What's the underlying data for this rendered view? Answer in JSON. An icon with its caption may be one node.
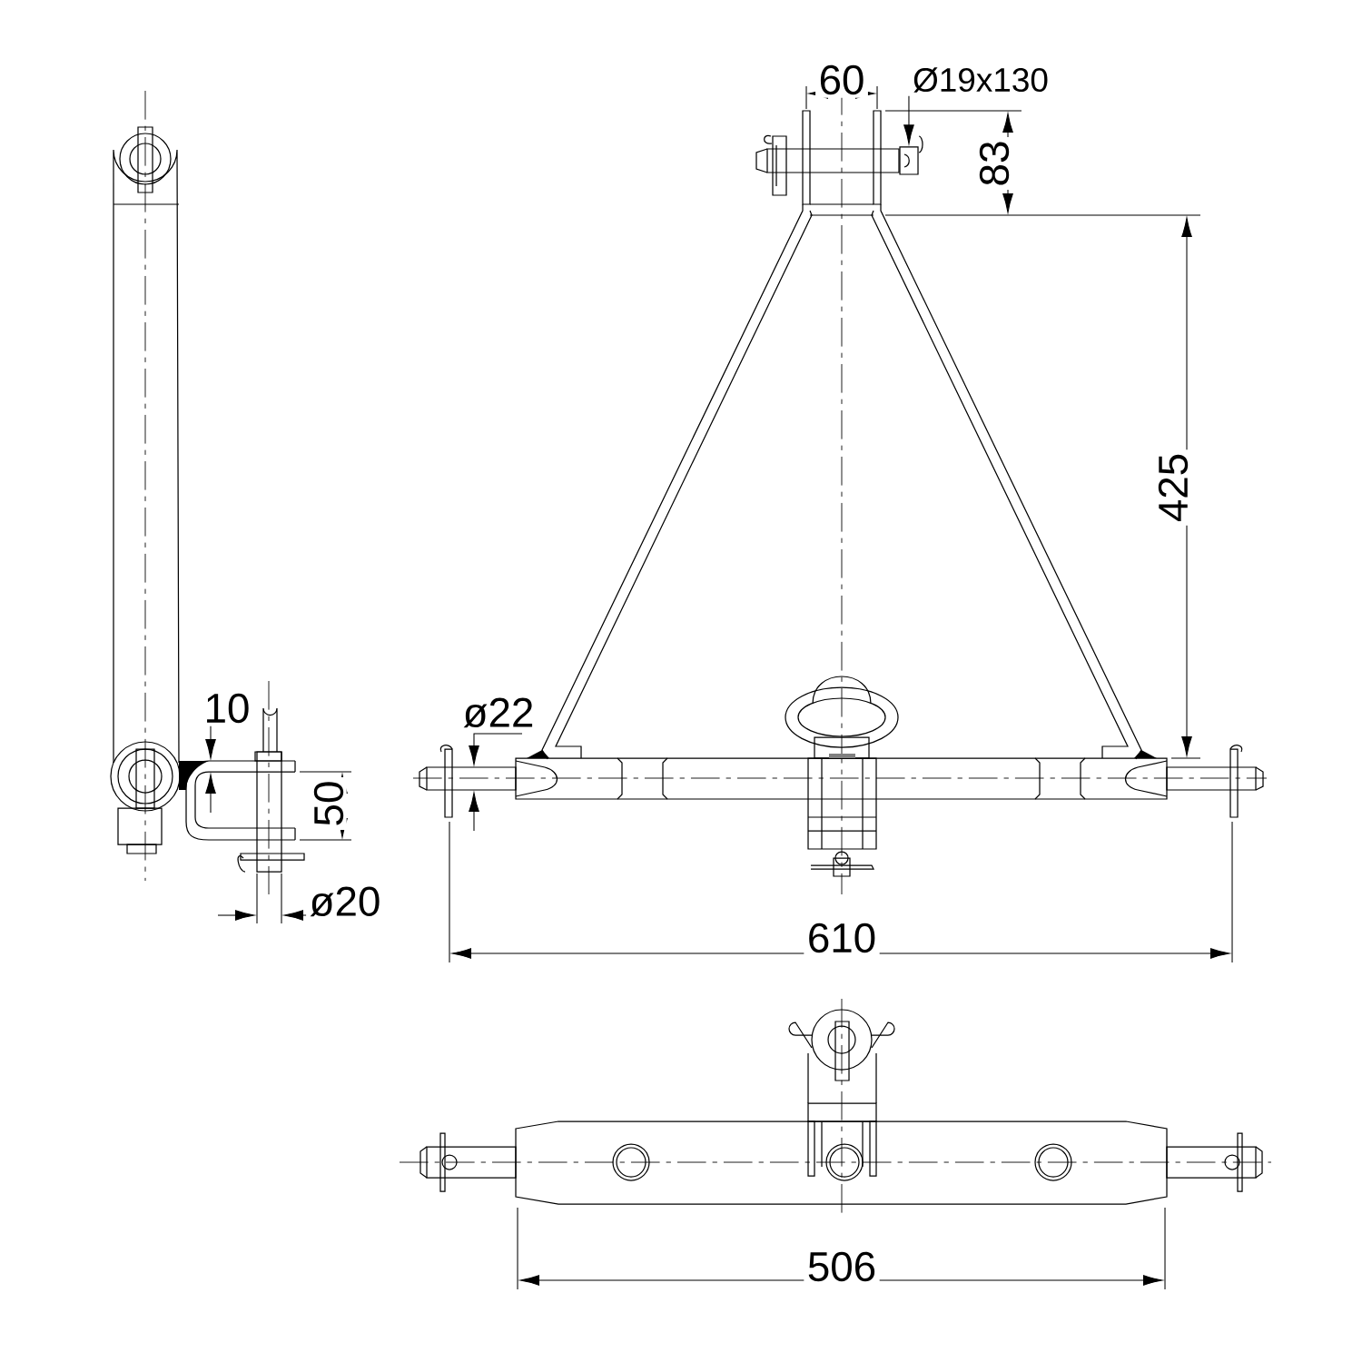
{
  "diagram": {
    "nodes": [
      {
        "text": [
          "Ø19x130"
        ]
      },
      {
        "text": [],
        "shape": "box"
      }
    ],
    "edges": [
      {
        "from": 0,
        "to": 1,
        "arrow": "to"
      }
    ],
    "labels": [
      "60",
      "83",
      "425",
      "10",
      "ø22",
      "50",
      "ø20",
      "610",
      "506"
    ]
  }
}
